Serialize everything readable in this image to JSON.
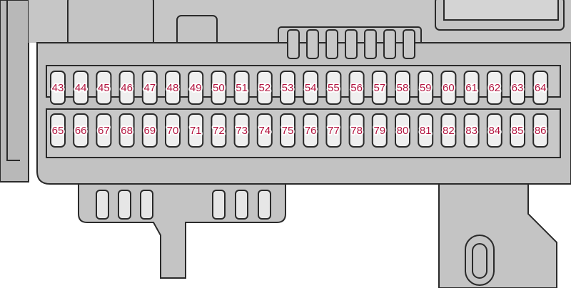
{
  "colors": {
    "body": "#bfbfbf",
    "outline": "#2a2a2a",
    "fuse": "#efefef",
    "label": "#b3143f"
  },
  "fuse_rows": [
    [
      "43",
      "44",
      "45",
      "46",
      "47",
      "48",
      "49",
      "50",
      "51",
      "52",
      "53",
      "54",
      "55",
      "56",
      "57",
      "58",
      "59",
      "60",
      "61",
      "62",
      "63",
      "64"
    ],
    [
      "65",
      "66",
      "67",
      "68",
      "69",
      "70",
      "71",
      "72",
      "73",
      "74",
      "75",
      "76",
      "77",
      "78",
      "79",
      "80",
      "81",
      "82",
      "83",
      "84",
      "85",
      "86"
    ]
  ]
}
